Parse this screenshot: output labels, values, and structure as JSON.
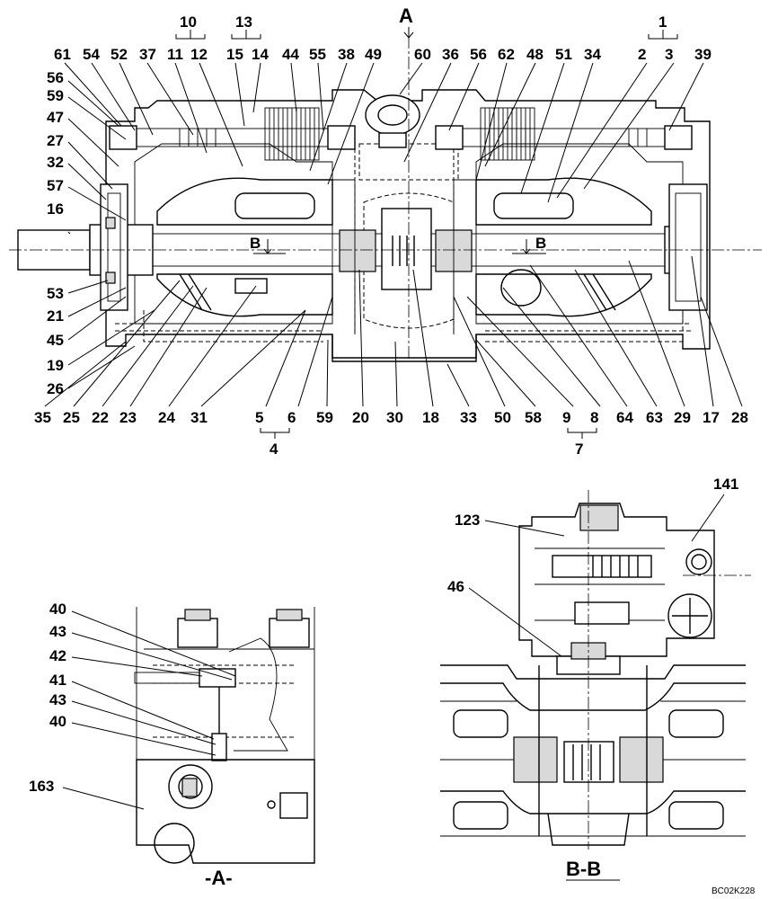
{
  "top_section": {
    "section_arrow_label": "A",
    "group_labels": [
      {
        "id": "10",
        "text": "10"
      },
      {
        "id": "13",
        "text": "13"
      },
      {
        "id": "1",
        "text": "1"
      },
      {
        "id": "4",
        "text": "4"
      },
      {
        "id": "7",
        "text": "7"
      }
    ],
    "cut_labels": {
      "left": "B",
      "right": "B"
    },
    "top_row": [
      "61",
      "54",
      "52",
      "37",
      "11",
      "12",
      "15",
      "14",
      "44",
      "55",
      "38",
      "49",
      "60",
      "36",
      "56",
      "62",
      "48",
      "51",
      "34",
      "2",
      "3",
      "39"
    ],
    "left_column": [
      "56",
      "59",
      "47",
      "27",
      "32",
      "57",
      "16",
      "53",
      "21",
      "45",
      "19",
      "26"
    ],
    "bottom_row": [
      "35",
      "25",
      "22",
      "23",
      "24",
      "31",
      "5",
      "6",
      "59",
      "20",
      "30",
      "18",
      "33",
      "50",
      "58",
      "9",
      "8",
      "64",
      "63",
      "29",
      "17",
      "28"
    ]
  },
  "view_a": {
    "labels": [
      "40",
      "43",
      "42",
      "41",
      "43",
      "40",
      "163"
    ],
    "caption": "-A-"
  },
  "view_bb": {
    "labels": [
      "141",
      "123",
      "46"
    ],
    "caption": "B-B"
  },
  "drawing_code": "BC02K228"
}
